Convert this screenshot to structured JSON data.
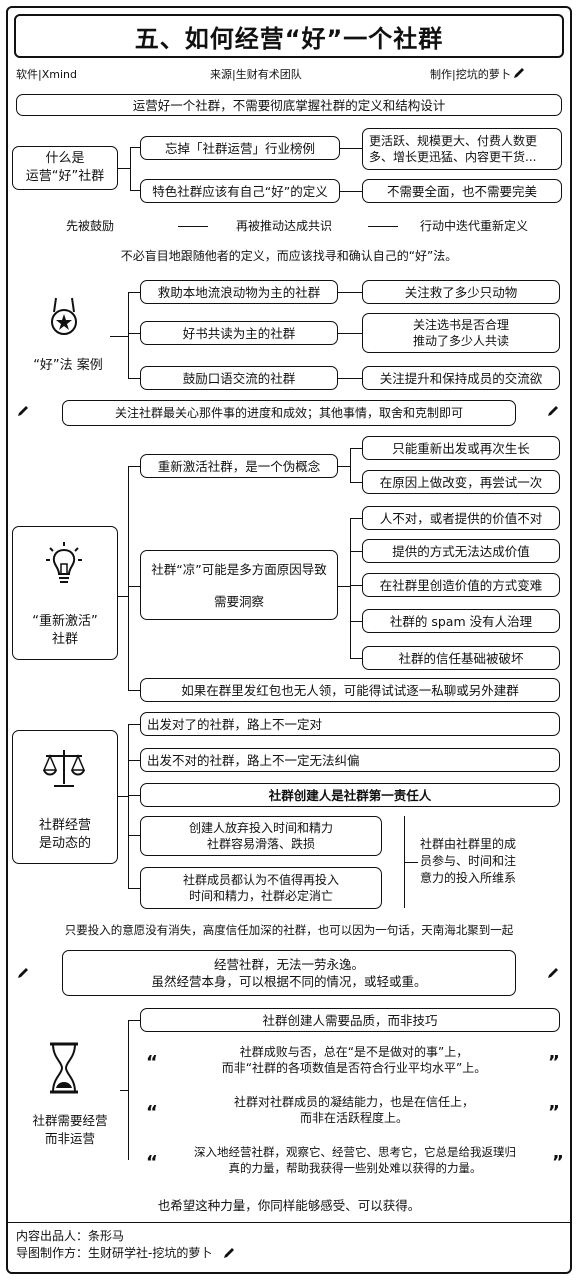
{
  "title": "五、如何经营“好”一个社群",
  "meta": {
    "software": "软件|Xmind",
    "source": "来源|生财有术团队",
    "maker": "制作|挖坑的萝卜"
  },
  "intro": "运营好一个社群，不需要彻底掌握社群的定义和结构设计",
  "sec1": {
    "label_1": "什么是",
    "label_2": "运营“好”社群",
    "a1": "忘掉「社群运营」行业榜例",
    "a2": "更活跃、规模更大、付费人数更多、增长更迅猛、内容更干货...",
    "b1": "特色社群应该有自己“好”的定义",
    "b2": "不需要全面，也不需要完美"
  },
  "flow": {
    "f1": "先被鼓励",
    "f2": "再被推动达成共识",
    "f3": "行动中迭代重新定义"
  },
  "note1": "不必盲目地跟随他者的定义，而应该找寻和确认自己的“好”法。",
  "sec2": {
    "label": "“好”法 案例",
    "rows": [
      {
        "left": "救助本地流浪动物为主的社群",
        "right": "关注救了多少只动物"
      },
      {
        "left": "好书共读为主的社群",
        "right": "关注选书是否合理\n推动了多少人共读"
      },
      {
        "left": "鼓励口语交流的社群",
        "right": "关注提升和保持成员的交流欲"
      }
    ]
  },
  "focus": "关注社群最关心那件事的进度和成效；其他事情，取舍和克制即可",
  "sec3": {
    "label_1": "“重新激活”",
    "label_2": "社群",
    "t1": "重新激活社群，是一个伪概念",
    "t1a": "只能重新出发或再次生长",
    "t1b": "在原因上做改变，再尝试一次",
    "t2_1": "社群“凉”可能是多方面原因导致",
    "t2_2": "需要洞察",
    "reasons": [
      "人不对，或者提供的价值不对",
      "提供的方式无法达成价值",
      "在社群里创造价值的方式变难",
      "社群的 spam 没有人治理",
      "社群的信任基础被破坏"
    ],
    "t3": "如果在群里发红包也无人领，可能得试试逐一私聊或另外建群"
  },
  "sec4": {
    "label_1": "社群经营",
    "label_2": "是动态的",
    "r1": "出发对了的社群，路上不一定对",
    "r2": "出发不对的社群，路上不一定无法纠偏",
    "r3": "社群创建人是社群第一责任人",
    "r4": "创建人放弃投入时间和精力\n社群容易滑落、跌损",
    "r5": "社群成员都认为不值得再投入\n时间和精力，社群必定消亡",
    "r6": "社群由社群里的成\n员参与、时间和注\n意力的投入所维系"
  },
  "note2": "只要投入的意愿没有消失，高度信任加深的社群，也可以因为一句话，天南海北聚到一起",
  "motto_1": "经营社群，无法一劳永逸。",
  "motto_2": "虽然经营本身，可以根据不同的情况，或轻或重。",
  "sec5": {
    "label_1": "社群需要经营",
    "label_2": "而非运营",
    "q0": "社群创建人需要品质，而非技巧",
    "q1": "社群成败与否，总在“是不是做对的事”上，\n而非“社群的各项数值是否符合行业平均水平”上。",
    "q2": "社群对社群成员的凝结能力，也是在信任上，\n而非在活跃程度上。",
    "q3": "深入地经营社群，观察它、经营它、思考它，它总是给我返璞归\n真的力量，帮助我获得一些别处难以获得的力量。",
    "open_quote": "“",
    "close_quote": "”"
  },
  "closing": "也希望这种力量，你同样能够感受、可以获得。",
  "footer": {
    "content": "内容出品人：条形马",
    "author": "导图制作方：生财研学社-挖坑的萝卜"
  }
}
